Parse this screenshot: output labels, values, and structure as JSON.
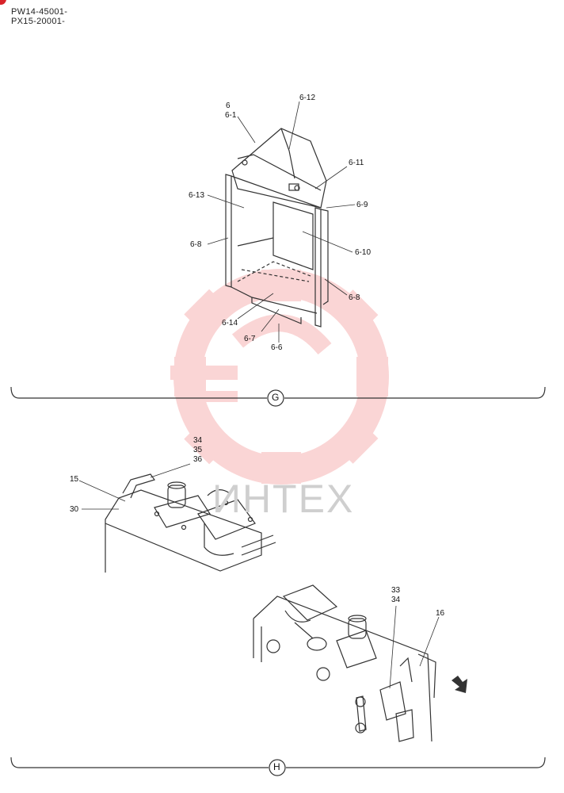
{
  "header": {
    "serial_line_1": "PW14-45001-",
    "serial_line_2": "PX15-20001-"
  },
  "watermark": {
    "text": "ИНТЕХ",
    "color": "#f4a0a0"
  },
  "section_g": {
    "section_label": "G",
    "callouts": [
      "6",
      "6-1",
      "6-12",
      "6-11",
      "6-13",
      "6-9",
      "6-8",
      "6-10",
      "6-8",
      "6-14",
      "6-7",
      "6-6"
    ]
  },
  "section_h": {
    "section_label": "H",
    "callouts": [
      "34",
      "35",
      "36",
      "15",
      "30",
      "33",
      "34",
      "16"
    ]
  },
  "colors": {
    "line": "#333333",
    "accent": "#d8232a",
    "watermark_fill": "#f6b3b3"
  }
}
